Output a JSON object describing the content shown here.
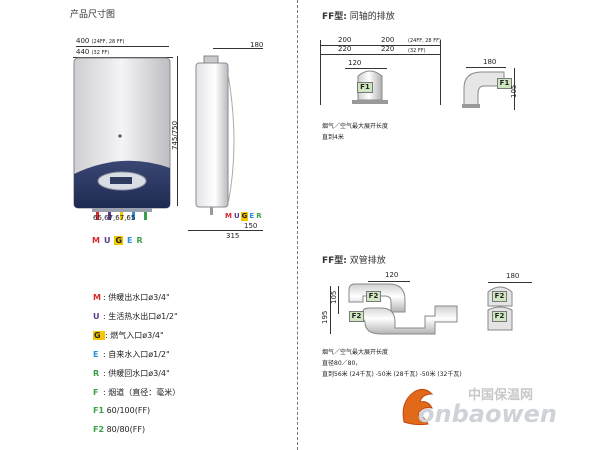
{
  "left": {
    "title": "产品尺寸图",
    "dim_width_top": "400",
    "dim_width_top_note": "(24FF, 28 FF)",
    "dim_width_bottom": "440",
    "dim_width_bottom_note": "(32 FF)",
    "dim_height": "745/750",
    "dim_conn_spacing": "65,67,67,65",
    "connection_codes_front": [
      "M",
      "U",
      "G",
      "E",
      "R"
    ],
    "side_depth_top": "180",
    "side_depth_bottom": "315",
    "side_offset": "150",
    "connection_codes_side": [
      "M",
      "U",
      "G",
      "E",
      "R"
    ],
    "code_colors": {
      "M": "#d7262b",
      "U": "#5a3a8a",
      "G": "#f2c700",
      "E": "#2d8fd5",
      "R": "#3aa04a"
    },
    "legend": [
      {
        "code": "M",
        "text": "供暖出水口ø3/4\""
      },
      {
        "code": "U",
        "text": "生活热水出口ø1/2\""
      },
      {
        "code": "G",
        "text": "燃气入口ø3/4\""
      },
      {
        "code": "E",
        "text": "自来水入口ø1/2\""
      },
      {
        "code": "R",
        "text": "供暖回水口ø3/4\""
      },
      {
        "code": "F",
        "text": "烟道（直径：毫米）"
      },
      {
        "code": "F1",
        "text": "60/100(FF)"
      },
      {
        "code": "F2",
        "text": "80/80(FF)"
      }
    ]
  },
  "right": {
    "ff1": {
      "title_prefix": "FF型:",
      "title_text": "同轴的排放",
      "dim_200_a": "200",
      "dim_220_a": "220",
      "dim_200_b": "200",
      "dim_220_b": "220",
      "dim_note_a": "(24FF, 28 FF)",
      "dim_note_b": "(32 FF)",
      "dim_120": "120",
      "dim_180": "180",
      "dim_105": "105",
      "label_f1_a": "F1",
      "label_f1_b": "F1",
      "caption_line1": "烟气／空气最大展开长度",
      "caption_line2": "直到4米"
    },
    "ff2": {
      "title_prefix": "FF型:",
      "title_text": "双管排放",
      "dim_120": "120",
      "dim_180": "180",
      "dim_105": "105",
      "dim_195": "195",
      "label_f2_a": "F2",
      "label_f2_b": "F2",
      "label_f2_c": "F2",
      "label_f2_d": "F2",
      "caption_line1": "烟气／空气最大展开长度",
      "caption_line2": "直径80／80，",
      "caption_line3": "直到56米 (24千瓦) -50米 (28千瓦) -50米 (32千瓦)"
    }
  },
  "watermark": {
    "cn_text": "中国保温网",
    "en_text": "onbaowen"
  }
}
